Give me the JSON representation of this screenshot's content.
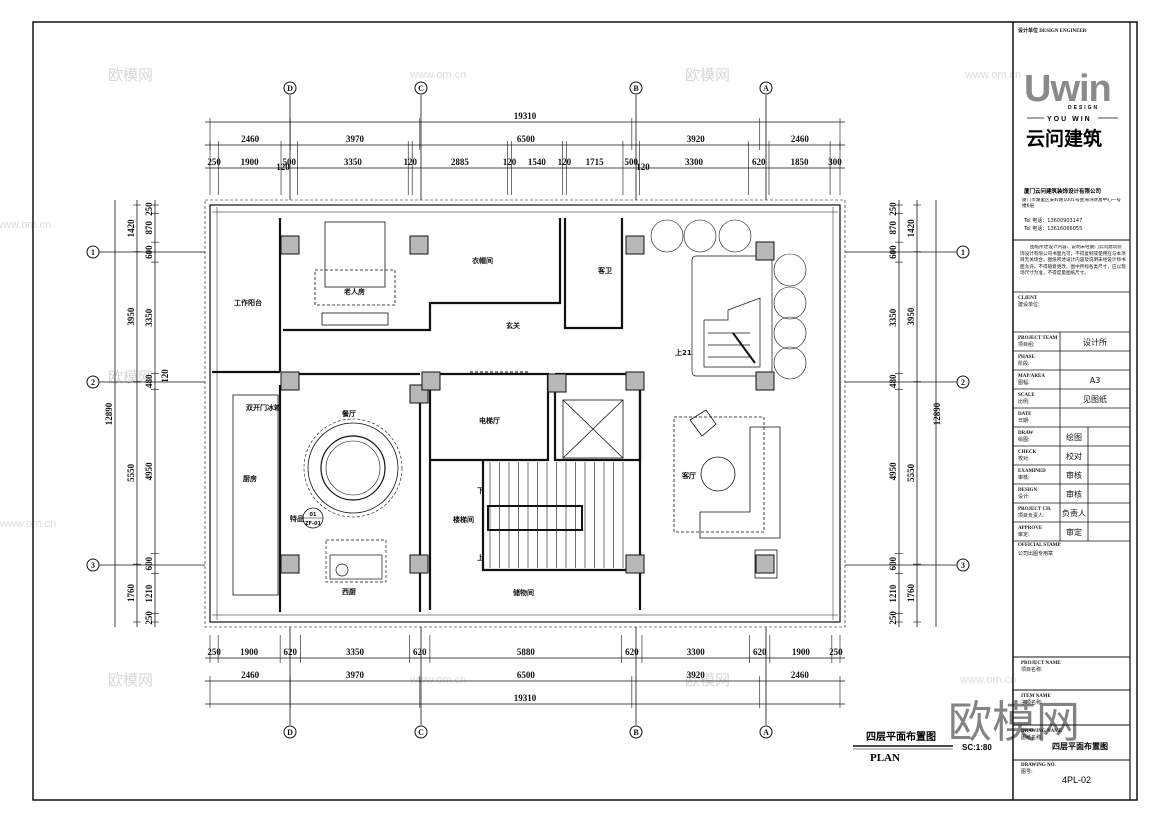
{
  "drawing": {
    "title_cn": "四层平面布置图",
    "title_en": "PLAN",
    "scale": "SC:1:80",
    "axes_columns": [
      "D",
      "C",
      "B",
      "A"
    ],
    "axes_rows": [
      "1",
      "2",
      "3"
    ]
  },
  "dimensions": {
    "top": {
      "total": "19310",
      "level2": [
        "2460",
        "3970",
        "6500",
        "3920",
        "2460"
      ],
      "level3": [
        "250",
        "1900",
        "500",
        "3350",
        "120",
        "2885",
        "120",
        "1540",
        "120",
        "1715",
        "500",
        "3300",
        "620",
        "1850",
        "300"
      ],
      "small": [
        "120",
        "120"
      ]
    },
    "bottom": {
      "total": "19310",
      "level2": [
        "2460",
        "3970",
        "6500",
        "3920",
        "2460"
      ],
      "level3": [
        "250",
        "1900",
        "620",
        "3350",
        "620",
        "5880",
        "620",
        "3300",
        "620",
        "1900",
        "250"
      ]
    },
    "left": {
      "total": "12890",
      "level2": [
        "1420",
        "3950",
        "5550",
        "1760"
      ],
      "level3": [
        "250",
        "870",
        "600",
        "3350",
        "480",
        "4950",
        "600",
        "1210",
        "250"
      ],
      "small": "120"
    },
    "right": {
      "total": "12890",
      "level2": [
        "1420",
        "3950",
        "5550",
        "1760"
      ],
      "level3": [
        "250",
        "870",
        "600",
        "3350",
        "480",
        "4950",
        "600",
        "1210",
        "250"
      ]
    }
  },
  "rooms": {
    "work_balcony": "工作阳台",
    "elder_room": "老人房",
    "cloakroom": "衣帽间",
    "guest_bath": "客卫",
    "foyer": "玄关",
    "fridge": "双开门冰箱",
    "dining": "餐厅",
    "kitchen": "厨房",
    "elevator_hall": "电梯厅",
    "stairwell": "楼梯间",
    "western_kitchen": "西厨",
    "storage": "储物间",
    "living": "客厅",
    "stair_up_21": "上21",
    "down": "下",
    "up": "上",
    "detail_label": "特品",
    "detail_num": "01",
    "detail_ref": "ZF-01"
  },
  "title_block": {
    "design_unit": "设计单位 DESIGN ENGINEER",
    "logo_text": "Uwin",
    "logo_sub": "DESIGN",
    "slogan": "YOU WIN",
    "brand_cn": "云问建筑",
    "company": "厦门云问建筑装饰设计有限公司",
    "address": "厦门市湖里区安岭路1001号金海湾财富中心一号楼6层",
    "tel1": "Tel   电话：13600903147",
    "tel2": "Tel   电话：13616066055",
    "notice": "图纸所述设计内容、说明未经厦门云问建筑装饰设计有限公司书面允可，不得复制或使用在与本项目无关场合。图纸所述设计内容及说明未经设计师书面允许，不得随意更改。图中所标各类尺寸，应以现场尺寸为准，不得度量图纸尺寸。",
    "rows": [
      {
        "en": "CLIENT",
        "cn": "建设单位:",
        "value": "",
        "sign": null
      },
      {
        "en": "PROJECT TEAM",
        "cn": "项目组:",
        "value": "设计所",
        "sign": null
      },
      {
        "en": "PHASE",
        "cn": "阶段:",
        "value": "",
        "sign": null
      },
      {
        "en": "MAP/AREA",
        "cn": "图幅:",
        "value": "A3",
        "sign": null
      },
      {
        "en": "SCALE",
        "cn": "比例:",
        "value": "见图纸",
        "sign": null
      },
      {
        "en": "DATE",
        "cn": "日期:",
        "value": "",
        "sign": null
      },
      {
        "en": "DRAW",
        "cn": "绘图:",
        "value": "绘图",
        "sign": ""
      },
      {
        "en": "CHECK",
        "cn": "校对:",
        "value": "校对",
        "sign": ""
      },
      {
        "en": "EXAMINED",
        "cn": "审核:",
        "value": "审核",
        "sign": ""
      },
      {
        "en": "DESIGN",
        "cn": "设计:",
        "value": "审核",
        "sign": ""
      },
      {
        "en": "PROJECT CH.",
        "cn": "项目负责人:",
        "value": "负责人",
        "sign": ""
      },
      {
        "en": "APPROVE",
        "cn": "审定:",
        "value": "审定",
        "sign": ""
      }
    ],
    "stamp_en": "OFFICIAL STAMP",
    "stamp_cn": "公司出图专用章",
    "project_name_en": "PROJECT NAME",
    "project_name_cn": "项目名称:",
    "item_name_en": "ITEM NAME",
    "item_name_cn": "子项名称:",
    "drawing_name_en": "DRAWING NAME",
    "drawing_name_cn": "图纸名称:",
    "drawing_name": "四层平面布置图",
    "drawing_no_en": "DRAWING NO.",
    "drawing_no_cn": "图号:",
    "drawing_no": "4PL-02"
  },
  "watermarks": {
    "site_cn": "欧模网",
    "site_url": "www.om.cn"
  },
  "colors": {
    "line": "#111111",
    "column_fill": "#b8b8b8",
    "logo_grey": "#8a8a8a",
    "watermark": "#d8d8d8"
  }
}
